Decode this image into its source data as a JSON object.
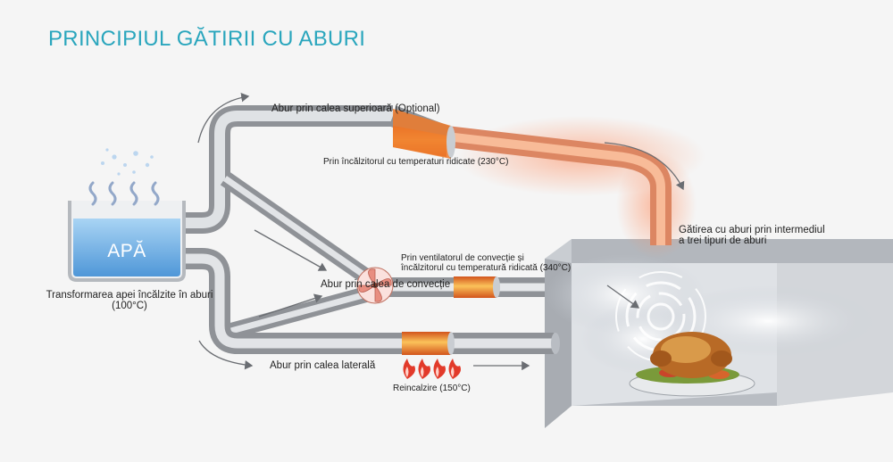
{
  "title": "PRINCIPIUL GĂTIRII CU ABURI",
  "water_label": "APĂ",
  "water_caption_line1": "Transformarea apei încălzite în aburi",
  "water_caption_line2": "(100°C)",
  "upper_path_label": "Abur prin calea superioară (Opțional)",
  "upper_heater_label": "Prin încălzitorul cu temperaturi ridicate (230°C)",
  "convection_label": "Abur prin calea de convecție",
  "convection_heater_line1": "Prin ventilatorul de convecție și",
  "convection_heater_line2": "încălzitorul cu temperatură ridicată (340°C)",
  "side_path_label": "Abur prin calea laterală",
  "reheat_label": "Reincalzire (150°C)",
  "cooking_line1": "Gătirea cu aburi prin intermediul",
  "cooking_line2": "a trei tipuri de aburi",
  "colors": {
    "title": "#2aa6bd",
    "pipe": "#b9bcc1",
    "heater": "#f08a2c",
    "flame": "#e23a2a",
    "water": "#6aaee6"
  },
  "icons": [
    "steam-wave-icon",
    "fan-icon",
    "flame-icon",
    "arrow-icon",
    "roast-chicken-icon"
  ]
}
